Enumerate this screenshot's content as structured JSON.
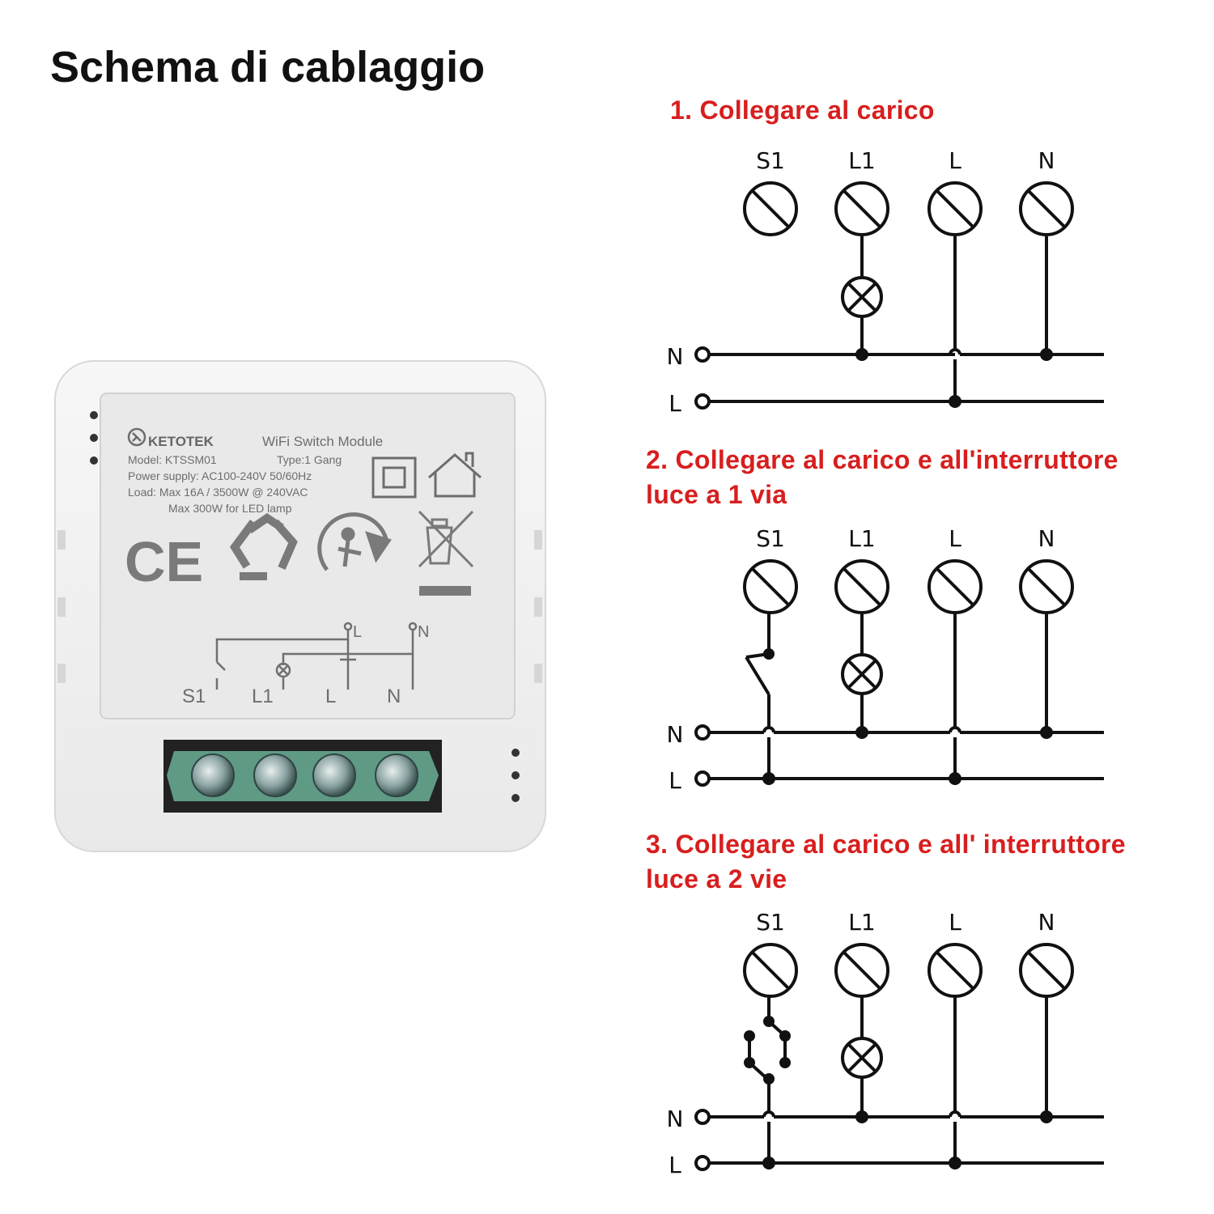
{
  "title": "Schema di cablaggio",
  "sections": [
    {
      "line1": "1. Collegare al carico",
      "line2": ""
    },
    {
      "line1": "2. Collegare al carico e all'interruttore",
      "line2": "luce a 1 via"
    },
    {
      "line1": "3. Collegare al carico e all' interruttore",
      "line2": "luce a 2 vie"
    }
  ],
  "terminals": [
    "S1",
    "L1",
    "L",
    "N"
  ],
  "bus": {
    "neutral": "N",
    "live": "L"
  },
  "device": {
    "brand": "KETOTEK",
    "product": "WiFi Switch Module",
    "model": "Model: KTSSM01",
    "type": "Type:1 Gang",
    "power": "Power supply: AC100-240V 50/60Hz",
    "load": "Load: Max 16A / 3500W @ 240VAC",
    "led": "Max 300W for LED lamp",
    "ce": "CE",
    "schematic_labels": [
      "S1",
      "L1",
      "L",
      "N"
    ],
    "schematic_top_l": "L",
    "schematic_top_n": "N"
  },
  "colors": {
    "title": "#111111",
    "section": "#d81e1e",
    "terminal_block": "#5f9a84",
    "device_body": "#f1f1f1"
  }
}
